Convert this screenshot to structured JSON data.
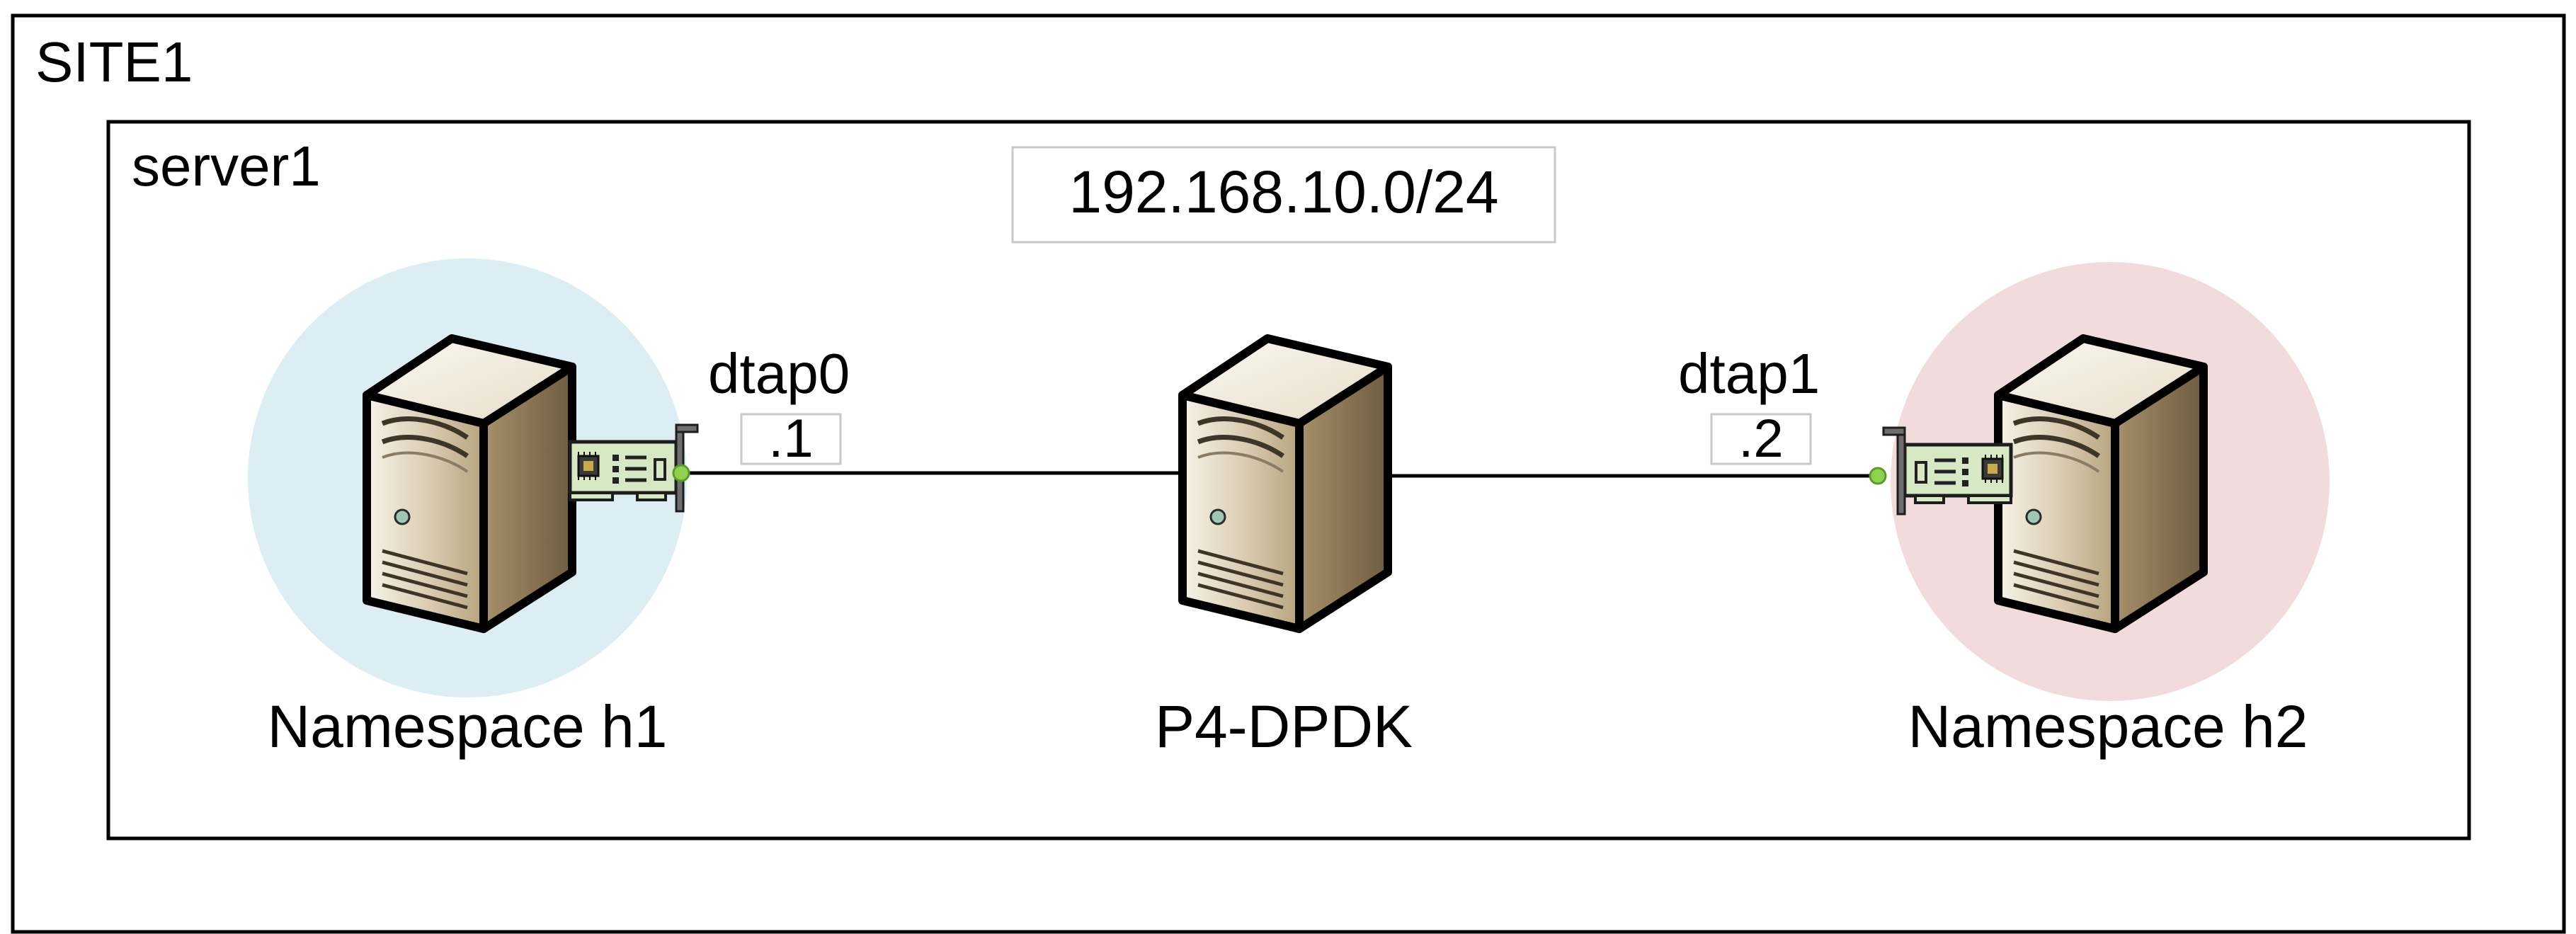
{
  "site": {
    "label": "SITE1"
  },
  "server": {
    "label": "server1"
  },
  "subnet": {
    "label": "192.168.10.0/24"
  },
  "nodes": {
    "h1": {
      "label": "Namespace h1",
      "halo_color": "#dcedf3"
    },
    "p4": {
      "label": "P4-DPDK"
    },
    "h2": {
      "label": "Namespace h2",
      "halo_color": "#f1dcdb"
    }
  },
  "interfaces": {
    "left": {
      "name": "dtap0",
      "ip_suffix": ".1"
    },
    "right": {
      "name": "dtap1",
      "ip_suffix": ".2"
    }
  },
  "icons": {
    "server": "server-tower-icon",
    "nic": "network-card-icon",
    "port": "link-port-icon"
  },
  "colors": {
    "port_led": "#8fd14f",
    "nic_board": "#d6e8c4",
    "server_front": "#c9b99a"
  }
}
